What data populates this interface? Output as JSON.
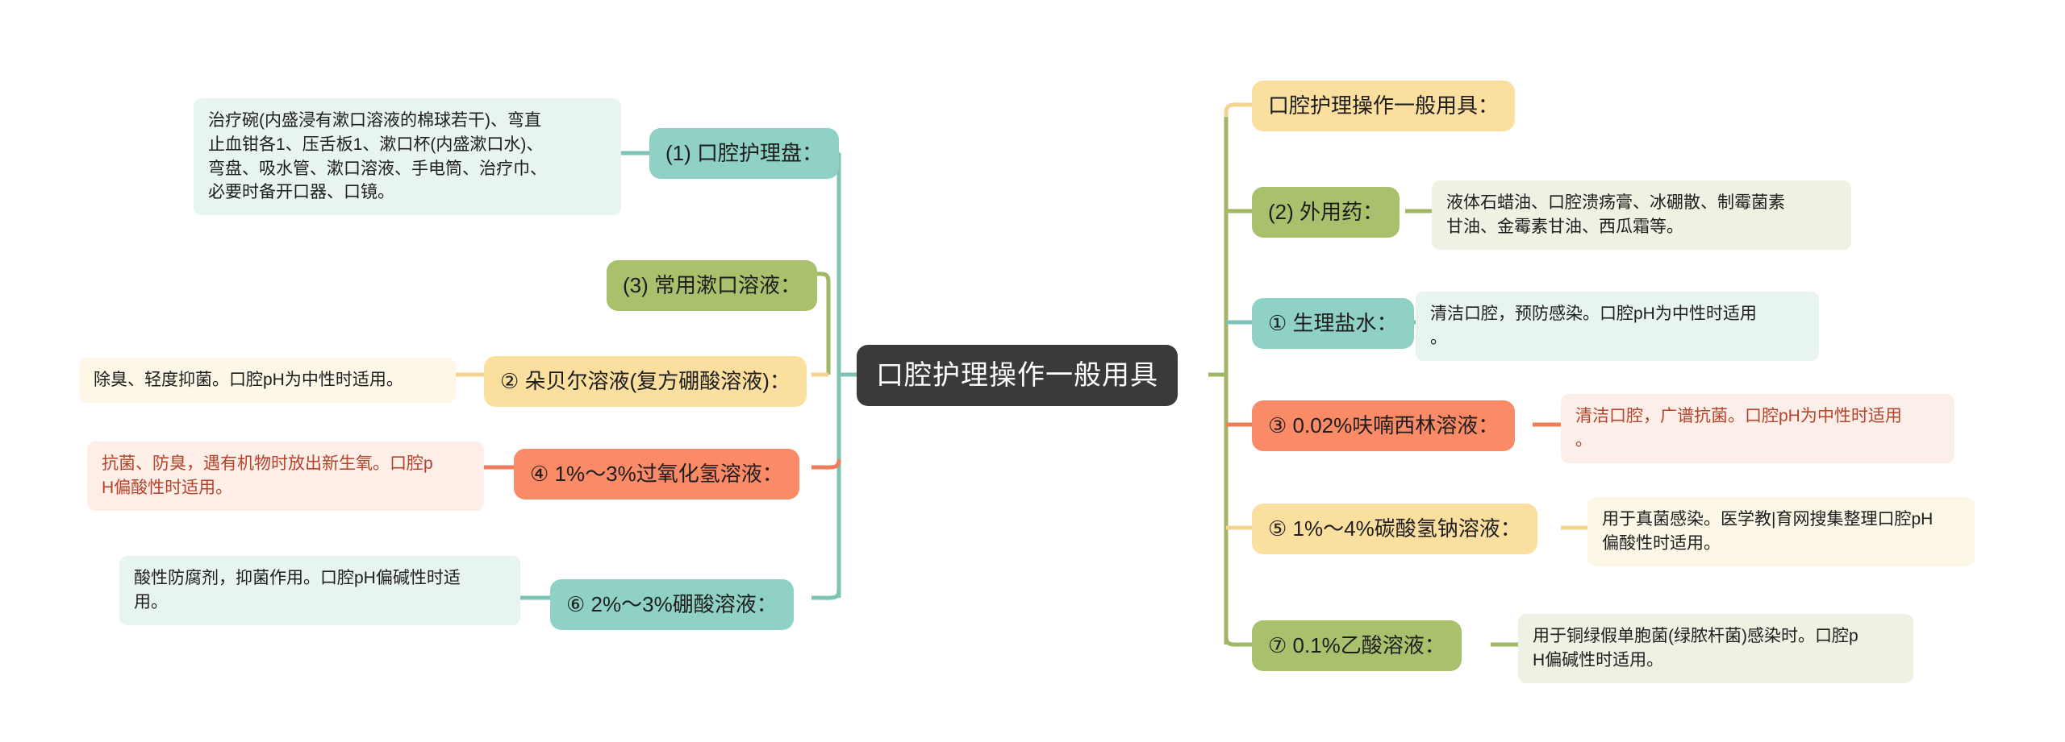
{
  "diagram": {
    "type": "mindmap",
    "root": {
      "label": "口腔护理操作一般用具",
      "color": "#3a3a3a"
    },
    "left_branches": [
      {
        "id": "branch-1",
        "topic": "(1) 口腔护理盘：",
        "topic_color": "#8fd1c4",
        "detail": "治疗碗(内盛浸有漱口溶液的棉球若干)、弯直\n止血钳各1、压舌板1、漱口杯(内盛漱口水)、\n弯盘、吸水管、漱口溶液、手电筒、治疗巾、\n必要时备开口器、口镜。",
        "detail_color": "#e8f4f1"
      },
      {
        "id": "branch-3",
        "topic": "(3) 常用漱口溶液：",
        "topic_color": "#a9c16c",
        "detail": "",
        "detail_color": ""
      },
      {
        "id": "branch-2-solution",
        "topic": "② 朵贝尔溶液(复方硼酸溶液)：",
        "topic_color": "#fbdf9e",
        "detail": "除臭、轻度抑菌。口腔pH为中性时适用。",
        "detail_color": "#fdf7e8"
      },
      {
        "id": "branch-4-solution",
        "topic": "④ 1%～3%过氧化氢溶液：",
        "topic_color": "#fb8a66",
        "detail": "抗菌、防臭，遇有机物时放出新生氧。口腔p\nH偏酸性时适用。",
        "detail_color": "#fdeee7"
      },
      {
        "id": "branch-6-solution",
        "topic": "⑥ 2%～3%硼酸溶液：",
        "topic_color": "#8fd1c4",
        "detail": "酸性防腐剂，抑菌作用。口腔pH偏碱性时适\n用。",
        "detail_color": "#e8f4f1"
      }
    ],
    "right_branches": [
      {
        "id": "branch-general",
        "topic": "口腔护理操作一般用具：",
        "topic_color": "#fbdf9e",
        "detail": "",
        "detail_color": ""
      },
      {
        "id": "branch-2-external",
        "topic": "(2) 外用药：",
        "topic_color": "#a9c16c",
        "detail": "液体石蜡油、口腔溃疡膏、冰硼散、制霉菌素\n甘油、金霉素甘油、西瓜霜等。",
        "detail_color": "#eef2e3"
      },
      {
        "id": "branch-1-saline",
        "topic": "① 生理盐水：",
        "topic_color": "#8fd1c4",
        "detail": "清洁口腔，预防感染。口腔pH为中性时适用\n。",
        "detail_color": "#e8f4f1"
      },
      {
        "id": "branch-3-furacilin",
        "topic": "③ 0.02%呋喃西林溶液：",
        "topic_color": "#fb8a66",
        "detail": "清洁口腔，广谱抗菌。口腔pH为中性时适用\n。",
        "detail_color": "#fceee9"
      },
      {
        "id": "branch-5-bicarbonate",
        "topic": "⑤ 1%～4%碳酸氢钠溶液：",
        "topic_color": "#fbdf9e",
        "detail": "用于真菌感染。医学教|育网搜集整理口腔pH\n偏酸性时适用。",
        "detail_color": "#fdf7e8"
      },
      {
        "id": "branch-7-acetic",
        "topic": "⑦ 0.1%乙酸溶液：",
        "topic_color": "#a9c16c",
        "detail": "用于铜绿假单胞菌(绿脓杆菌)感染时。口腔p\nH偏碱性时适用。",
        "detail_color": "#eef2e3"
      }
    ],
    "link_colors": {
      "teal": "#7cc3b5",
      "olive": "#a0b763",
      "yellow": "#f3d38f",
      "orange": "#ee7d5b"
    }
  }
}
